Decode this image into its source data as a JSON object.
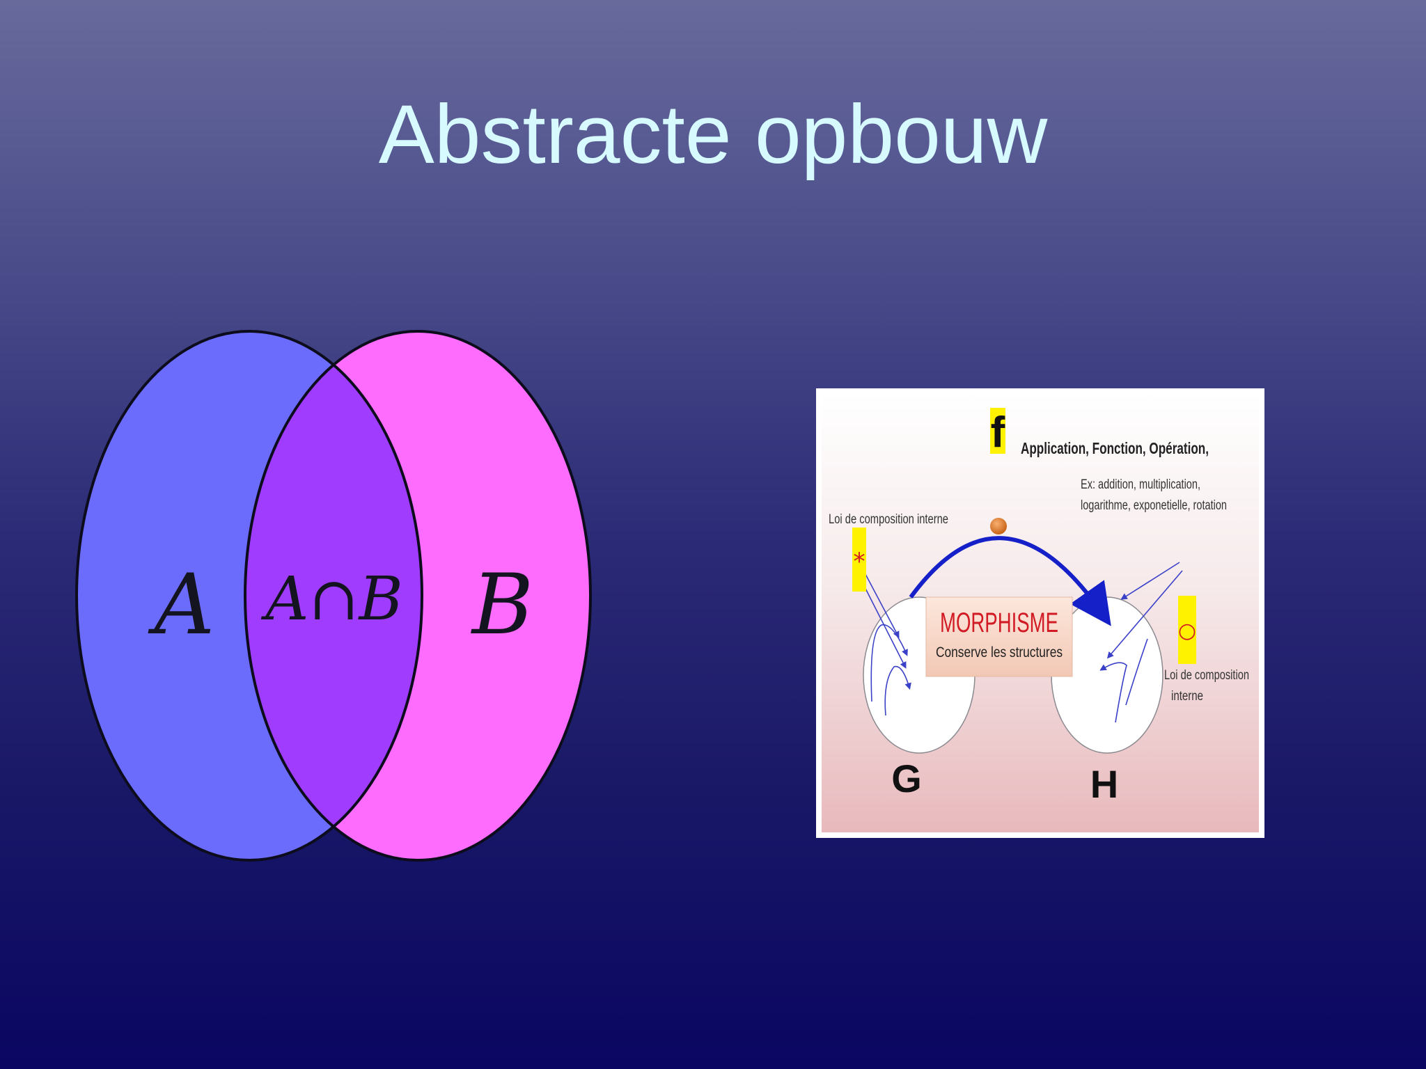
{
  "slide": {
    "title": "Abstracte opbouw"
  },
  "venn": {
    "label_a": "A",
    "label_intersection": "A∩B",
    "label_b": "B",
    "colors": {
      "a": "#6b6cfb",
      "b": "#fe6cfd",
      "intersection": "#9f3cfe",
      "outline": "#0c0c1c"
    }
  },
  "morphism": {
    "f_label": "f",
    "function_title": "Application, Fonction, Opération,",
    "examples_line1": "Ex: addition, multiplication,",
    "examples_line2": "logarithme, exponetielle, rotation",
    "left_law_label": "Loi de composition interne",
    "star_symbol": "*",
    "circle_symbol": "○",
    "right_law_line1": "Loi de composition",
    "right_law_line2": "interne",
    "box_title": "MORPHISME",
    "box_subtitle": "Conserve les structures",
    "left_set": "G",
    "right_set": "H",
    "colors": {
      "box_title": "#d11a24",
      "arrow": "#1620c8",
      "highlight": "#fff200",
      "dot": "#e0781e"
    }
  }
}
